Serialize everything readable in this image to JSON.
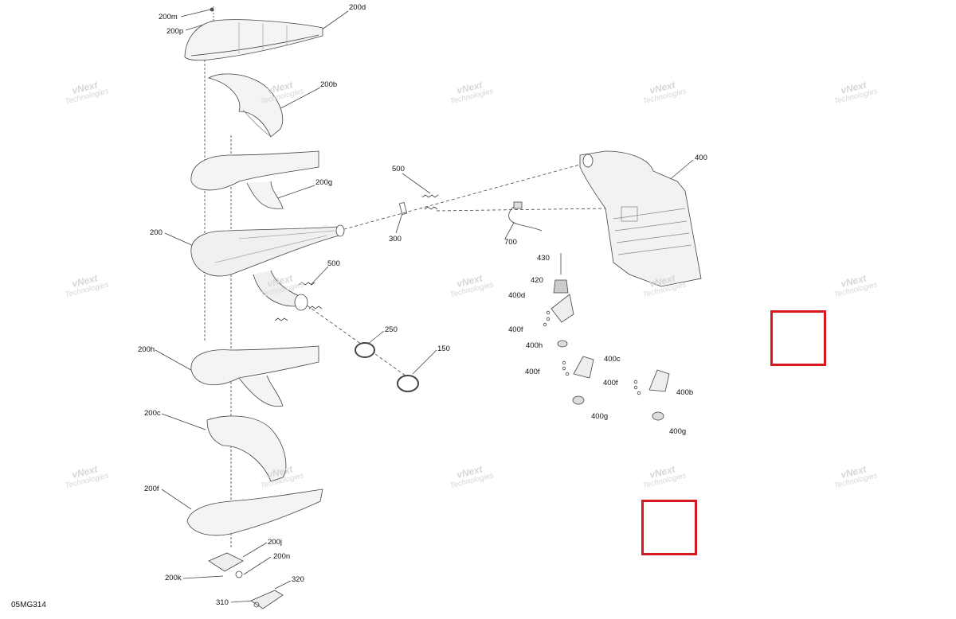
{
  "diagram": {
    "reference": "05MG314",
    "watermark": {
      "line1": "vNext",
      "line2": "Technologies"
    },
    "callouts": [
      "200m",
      "200p",
      "200d",
      "200b",
      "200g",
      "200",
      "500",
      "300",
      "400",
      "700",
      "430",
      "420",
      "400d",
      "400f",
      "500",
      "250",
      "150",
      "400h",
      "400c",
      "400f",
      "400f",
      "400b",
      "400g",
      "400g",
      "200h",
      "200c",
      "200f",
      "200j",
      "200n",
      "200k",
      "320",
      "310"
    ],
    "selection_boxes": [
      {
        "name": "hotspot-a",
        "color": "#d7191f"
      },
      {
        "name": "hotspot-b",
        "color": "#d7191f"
      }
    ]
  }
}
